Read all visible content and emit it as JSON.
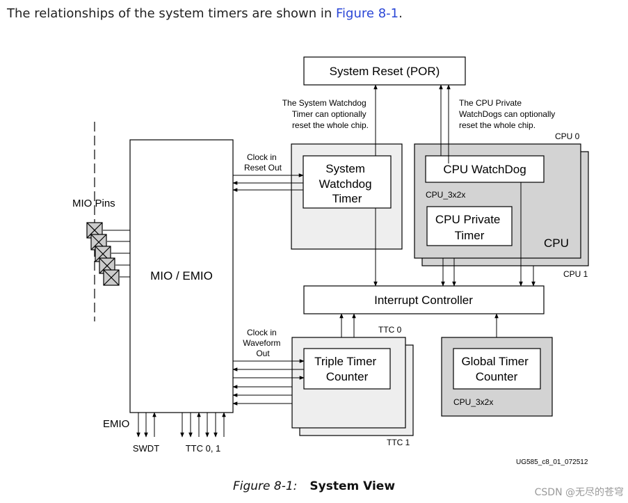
{
  "intro": {
    "prefix": "The relationships of the system timers are shown in ",
    "link": "Figure 8-1",
    "suffix": "."
  },
  "diagram": {
    "system_reset": "System Reset (POR)",
    "swdt_note": [
      "The System Watchdog",
      "Timer can optionally",
      "reset the whole chip."
    ],
    "cpu_note": [
      "The CPU Private",
      "WatchDogs can optionally",
      "reset the whole chip."
    ],
    "clock_reset": [
      "Clock in",
      "Reset Out"
    ],
    "clock_waveform": [
      "Clock in",
      "Waveform",
      "Out"
    ],
    "swdt_block": [
      "System",
      "Watchdog",
      "Timer"
    ],
    "cpu0_label": "CPU 0",
    "cpu1_label": "CPU 1",
    "cpu_watchdog": "CPU WatchDog",
    "cpu_clk": "CPU_3x2x",
    "cpu_private_timer": [
      "CPU Private",
      "Timer"
    ],
    "cpu_label": "CPU",
    "mio_pins": "MIO Pins",
    "mio_emio": "MIO / EMIO",
    "interrupt_controller": "Interrupt Controller",
    "ttc0_label": "TTC 0",
    "ttc1_label": "TTC 1",
    "triple_timer": [
      "Triple Timer",
      "Counter"
    ],
    "global_timer": [
      "Global Timer",
      "Counter"
    ],
    "global_clk": "CPU_3x2x",
    "emio_label": "EMIO",
    "swdt_label": "SWDT",
    "ttc01_label": "TTC 0, 1",
    "figure_id": "UG585_c8_01_072512",
    "colors": {
      "light_box": "#eeeeee",
      "dark_box": "#d3d3d3",
      "line": "#000000",
      "link": "#2a46d6"
    }
  },
  "caption": {
    "number": "Figure 8-1:",
    "title": "System View"
  },
  "watermark": "CSDN @无尽的苍穹"
}
